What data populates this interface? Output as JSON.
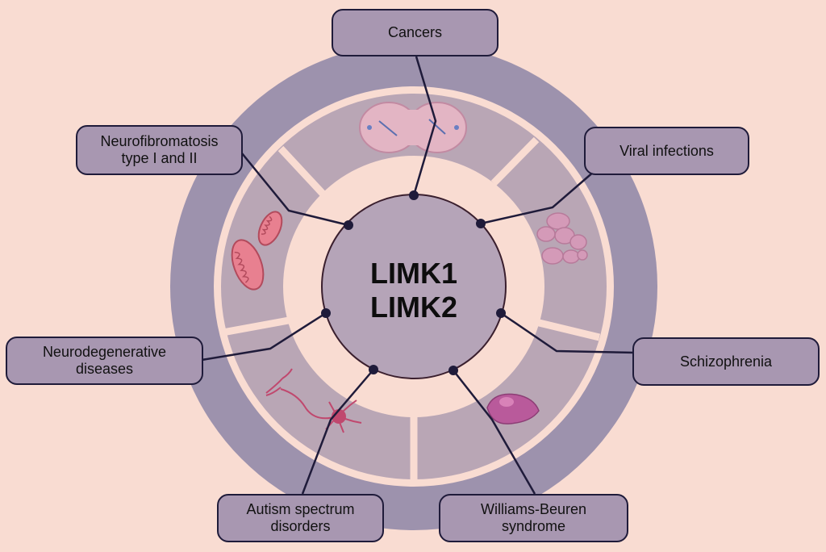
{
  "center": {
    "line1": "LIMK1",
    "line2": "LIMK2"
  },
  "labels": {
    "cancers": "Cancers",
    "viral": "Viral infections",
    "schizophrenia": "Schizophrenia",
    "williams_line1": "Williams-Beuren",
    "williams_line2": "syndrome",
    "autism_line1": "Autism spectrum",
    "autism_line2": "disorders",
    "neurodegenerative_line1": "Neurodegenerative",
    "neurodegenerative_line2": "diseases",
    "neurofibromatosis_line1": "Neurofibromatosis",
    "neurofibromatosis_line2": "type I and II"
  },
  "colors": {
    "background": "#f9dcd2",
    "outer_ring": "#9d92ad",
    "inner_segments": "#b9a6b5",
    "center_circle": "#b5a4b8",
    "label_fill": "#a897b1",
    "connector": "#1f1b3a"
  }
}
